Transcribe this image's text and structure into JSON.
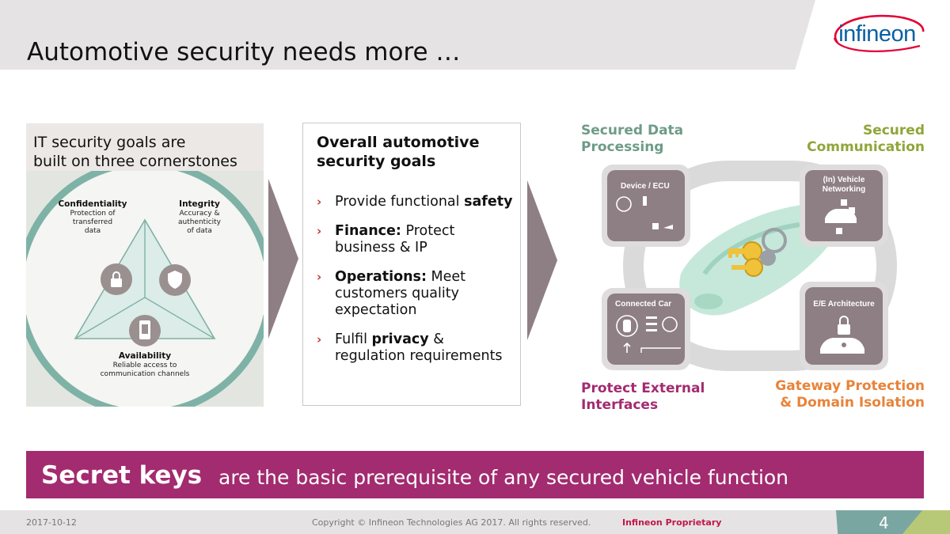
{
  "header": {
    "title": "Automotive security needs more …",
    "logo_text": "infineon"
  },
  "it_panel": {
    "heading_line1": "IT security goals are",
    "heading_line2": "built on three cornerstones",
    "corners": {
      "confidentiality": {
        "title": "Confidentiality",
        "lines": [
          "Protection of",
          "transferred",
          "data"
        ]
      },
      "integrity": {
        "title": "Integrity",
        "lines": [
          "Accuracy &",
          "authenticity",
          "of data"
        ]
      },
      "availability": {
        "title": "Availability",
        "lines": [
          "Reliable access to",
          "communication channels"
        ]
      }
    }
  },
  "goals": {
    "title_line1": "Overall automotive",
    "title_line2": "security goals",
    "items": [
      {
        "pre": "Provide functional ",
        "bold": "safety",
        "post": ""
      },
      {
        "pre": "",
        "bold": "Finance:",
        "post": " Protect business & IP"
      },
      {
        "pre": "",
        "bold": "Operations:",
        "post": " Meet customers quality expectation"
      },
      {
        "pre": "Fulfil ",
        "bold": "privacy",
        "post": " & regulation requirements"
      }
    ]
  },
  "diagram": {
    "categories": {
      "data_processing": {
        "line1": "Secured Data",
        "line2": "Processing",
        "color": "#6e9b88"
      },
      "communication": {
        "line1": "Secured",
        "line2": "Communication",
        "color": "#8fa63a"
      },
      "external": {
        "line1": "Protect External",
        "line2": "Interfaces",
        "color": "#a32b70"
      },
      "gateway": {
        "line1": "Gateway Protection",
        "line2": "& Domain Isolation",
        "color": "#e8833a"
      }
    },
    "nodes": {
      "device_ecu": "Device / ECU",
      "networking_line1": "(In) Vehicle",
      "networking_line2": "Networking",
      "connected_car": "Connected Car",
      "ee_architecture": "E/E Architecture"
    }
  },
  "banner": {
    "strong": "Secret keys",
    "rest": "are the basic prerequisite of any secured vehicle function"
  },
  "footer": {
    "date": "2017-10-12",
    "copyright": "Copyright © Infineon Technologies AG 2017. All rights reserved.",
    "proprietary": "Infineon Proprietary",
    "page": "4"
  },
  "colors": {
    "accent_magenta": "#a32b70",
    "teal": "#7aa6a2",
    "grey_tile": "#8e7f84",
    "lime": "#b7c977",
    "brand_blue": "#0a5fa3"
  }
}
